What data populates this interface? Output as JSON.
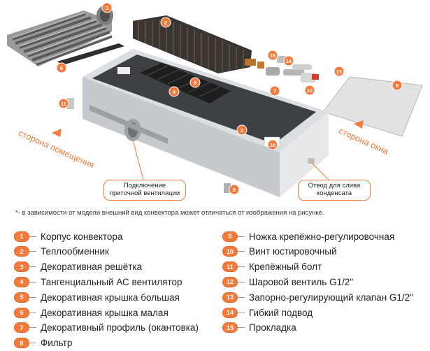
{
  "diagram": {
    "side_room_label": "сторона помещения",
    "side_window_label": "сторона окна",
    "callout_ventilation": "Подключение приточной вентиляции",
    "callout_condensate": "Отвод для слива конденсата",
    "badges": [
      "1",
      "2",
      "3",
      "4",
      "5",
      "6",
      "7",
      "8",
      "9",
      "10",
      "11",
      "12",
      "13",
      "14",
      "15"
    ]
  },
  "footnote": "*- в зависимости от модели внешний вид конвектора может отличаться от изображения на рисунке.",
  "legend": {
    "left": [
      {
        "num": "1",
        "label": "Корпус конвектора"
      },
      {
        "num": "2",
        "label": "Теплообменник"
      },
      {
        "num": "3",
        "label": "Декоративная решётка"
      },
      {
        "num": "4",
        "label": "Тангенциальный АС вентилятор"
      },
      {
        "num": "5",
        "label": "Декоративная крышка большая"
      },
      {
        "num": "6",
        "label": "Декоративная крышка малая"
      },
      {
        "num": "7",
        "label": "Декоративный профиль (окантовка)"
      },
      {
        "num": "8",
        "label": "Фильтр"
      }
    ],
    "right": [
      {
        "num": "9",
        "label": "Ножка крепёжно-регулировочная"
      },
      {
        "num": "10",
        "label": "Винт юстировочный"
      },
      {
        "num": "11",
        "label": "Крепёжный болт"
      },
      {
        "num": "12",
        "label": "Шаровой вентиль G1/2\""
      },
      {
        "num": "13",
        "label": "Запорно-регулирующий клапан G1/2\""
      },
      {
        "num": "14",
        "label": "Гибкий подвод"
      },
      {
        "num": "15",
        "label": "Прокладка"
      }
    ]
  },
  "colors": {
    "accent": "#f07b3b",
    "metal": "#c9ccd0",
    "dark": "#2b2b2b"
  }
}
